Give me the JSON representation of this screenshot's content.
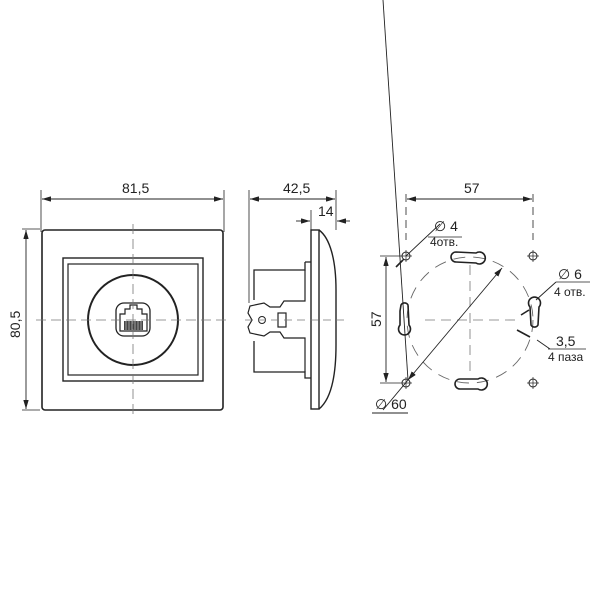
{
  "drawing": {
    "subject": "RJ45 data socket, frame and mounting plate",
    "views": {
      "front": {
        "width_label": "81,5",
        "height_label": "80,5"
      },
      "side": {
        "depth_label": "42,5",
        "protrusion_label": "14"
      },
      "mounting": {
        "hole_spacing_h_label": "57",
        "hole_spacing_v_label": "57",
        "diameter_label": "∅ 60",
        "small_hole_dia": "∅ 4",
        "small_hole_count": "4отв.",
        "large_hole_dia": "∅ 6",
        "large_hole_count": "4 отв.",
        "slot_width": "3,5",
        "slot_count": "4 паза"
      }
    },
    "colors": {
      "line": "#222222",
      "center_line": "#777777",
      "background": "#ffffff"
    }
  }
}
